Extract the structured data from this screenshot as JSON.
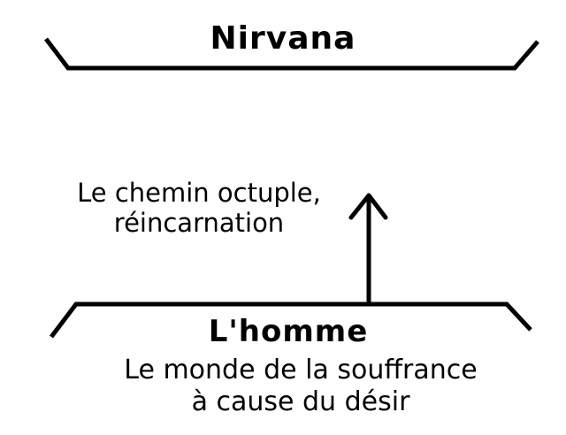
{
  "top_level": {
    "title": "Nirvana"
  },
  "path": {
    "label_line_1": "Le chemin octuple,",
    "label_line_2": "réincarnation"
  },
  "bottom_level": {
    "title": "L'homme",
    "description_line_1": "Le monde de la souffrance",
    "description_line_2": "à cause du désir"
  },
  "colors": {
    "ink": "#000000",
    "background": "#ffffff"
  },
  "icons": {
    "arrow": "arrow-up-icon"
  }
}
